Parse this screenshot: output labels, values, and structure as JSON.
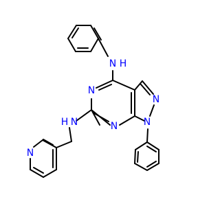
{
  "colors": {
    "bond": "#000000",
    "nitrogen": "#0000ff",
    "background": "#ffffff"
  },
  "atoms": [
    {
      "id": "N_top_anilino",
      "symbol": "N",
      "hydrogen": "H",
      "sub": ""
    },
    {
      "id": "N_pyrimidine_left",
      "symbol": "N",
      "hydrogen": "",
      "sub": ""
    },
    {
      "id": "N_pyrimidine_bottom",
      "symbol": "N",
      "hydrogen": "",
      "sub": ""
    },
    {
      "id": "N_pyrazole_right",
      "symbol": "N",
      "hydrogen": "",
      "sub": ""
    },
    {
      "id": "N_pyrazole_phenyl",
      "symbol": "N",
      "hydrogen": "",
      "sub": ""
    },
    {
      "id": "N_amino_left",
      "symbol": "N",
      "hydrogen": "H",
      "sub": ""
    },
    {
      "id": "N_pyridine",
      "symbol": "N",
      "hydrogen": "",
      "sub": ""
    }
  ]
}
